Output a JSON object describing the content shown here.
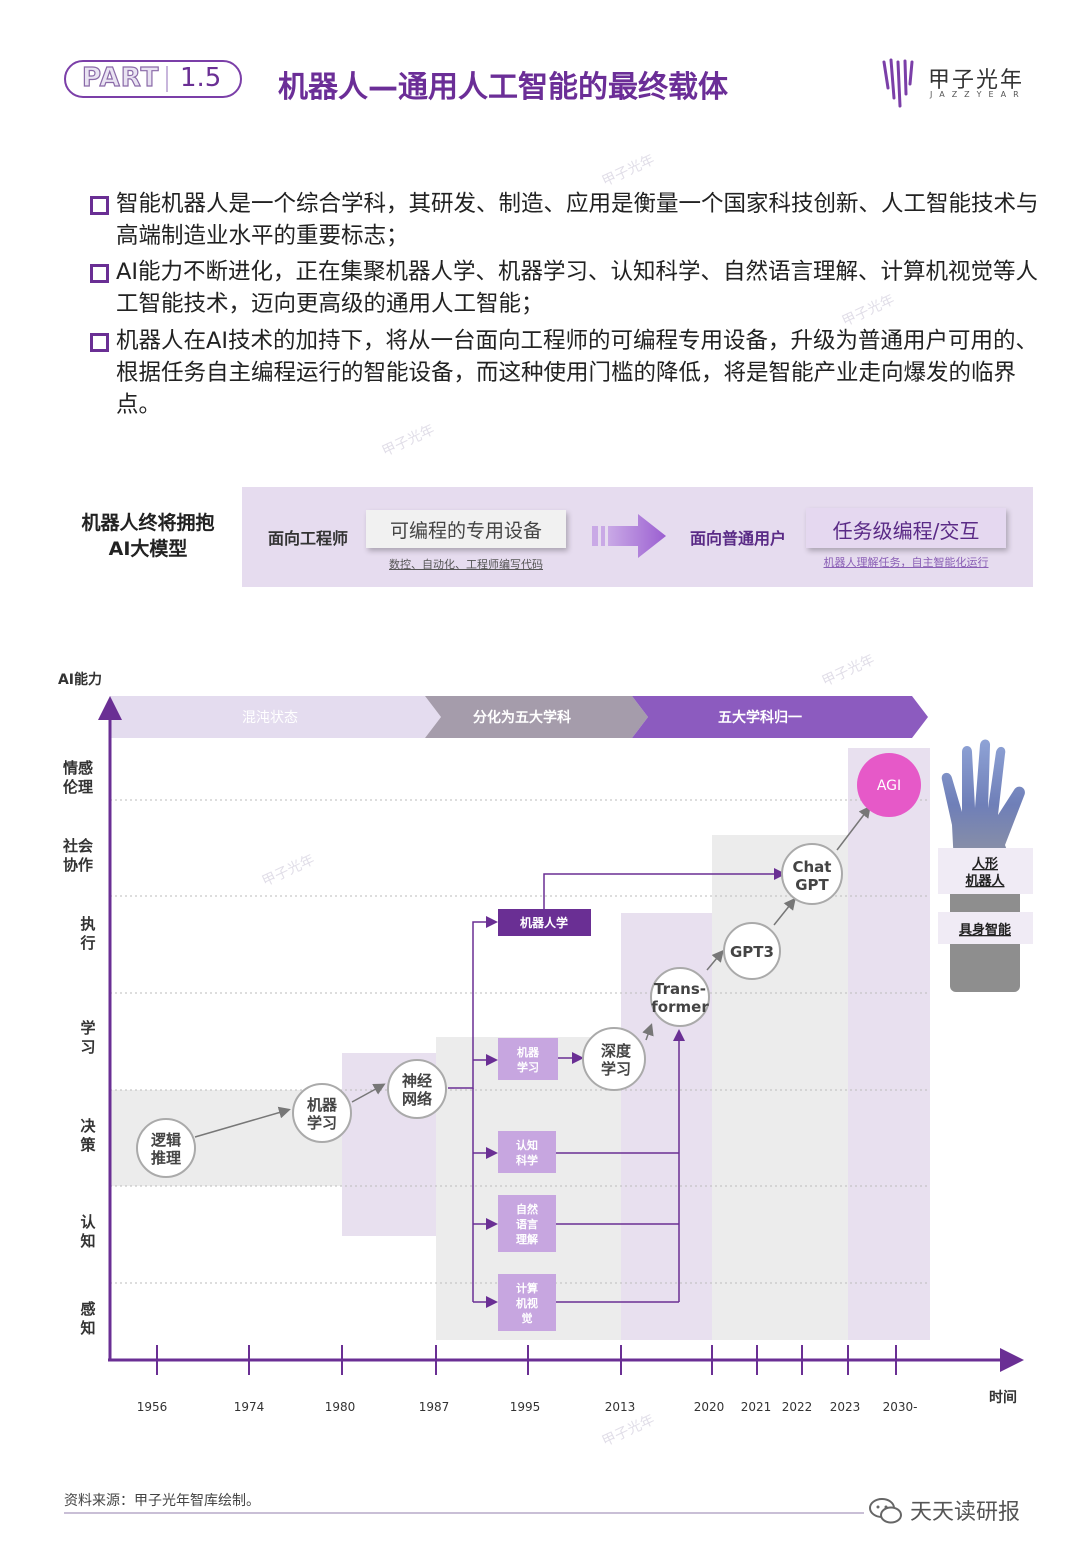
{
  "header": {
    "part_word": "PART",
    "part_num": "1.5",
    "title": "机器人—通用人工智能的最终载体",
    "logo_text": "甲子光年",
    "logo_sub": "JAZZYEAR"
  },
  "bullets": [
    "智能机器人是一个综合学科，其研发、制造、应用是衡量一个国家科技创新、人工智能技术与高端制造业水平的重要标志；",
    "AI能力不断进化，正在集聚机器人学、机器学习、认知科学、自然语言理解、计算机视觉等人工智能技术，迈向更高级的通用人工智能；",
    "机器人在AI技术的加持下，将从一台面向工程师的可编程专用设备，升级为普通用户可用的、根据任务自主编程运行的智能设备，而这种使用门槛的降低，将是智能产业走向爆发的临界点。"
  ],
  "banner": {
    "label": "机器人终将拥抱AI大模型",
    "left_audience": "面向工程师",
    "left_card": "可编程的专用设备",
    "left_sub": "数控、自动化、工程师编写代码",
    "right_audience": "面向普通用户",
    "right_card": "任务级编程/交互",
    "right_sub": "机器人理解任务，自主智能化运行"
  },
  "chart": {
    "y_axis_title": "AI能力",
    "x_axis_title": "时间",
    "y_levels": [
      "情感伦理",
      "社会协作",
      "执行",
      "学习",
      "决策",
      "认知",
      "感知"
    ],
    "x_ticks": [
      "1956",
      "1974",
      "1980",
      "1987",
      "1995",
      "2013",
      "2020",
      "2021",
      "2022",
      "2023",
      "2030-"
    ],
    "phases": [
      "混沌状态",
      "分化为五大学科",
      "五大学科归一"
    ],
    "nodes": [
      "逻辑推理",
      "机器学习",
      "神经网络",
      "深度学习",
      "Trans-former",
      "GPT3",
      "ChatGPT",
      "AGI"
    ],
    "disciplines": [
      "机器人学",
      "机器学习",
      "认知科学",
      "自然语言理解",
      "计算机视觉"
    ],
    "side_labels": [
      "人形机器人",
      "具身智能"
    ],
    "colors": {
      "accent": "#6a2f94",
      "phase_light": "#e4dcef",
      "phase_mid": "#a59cab",
      "phase_dark": "#8c5bbf",
      "agi": "#e659c8"
    }
  },
  "footer": {
    "source": "资料来源：甲子光年智库绘制。",
    "wechat": "天天读研报"
  }
}
